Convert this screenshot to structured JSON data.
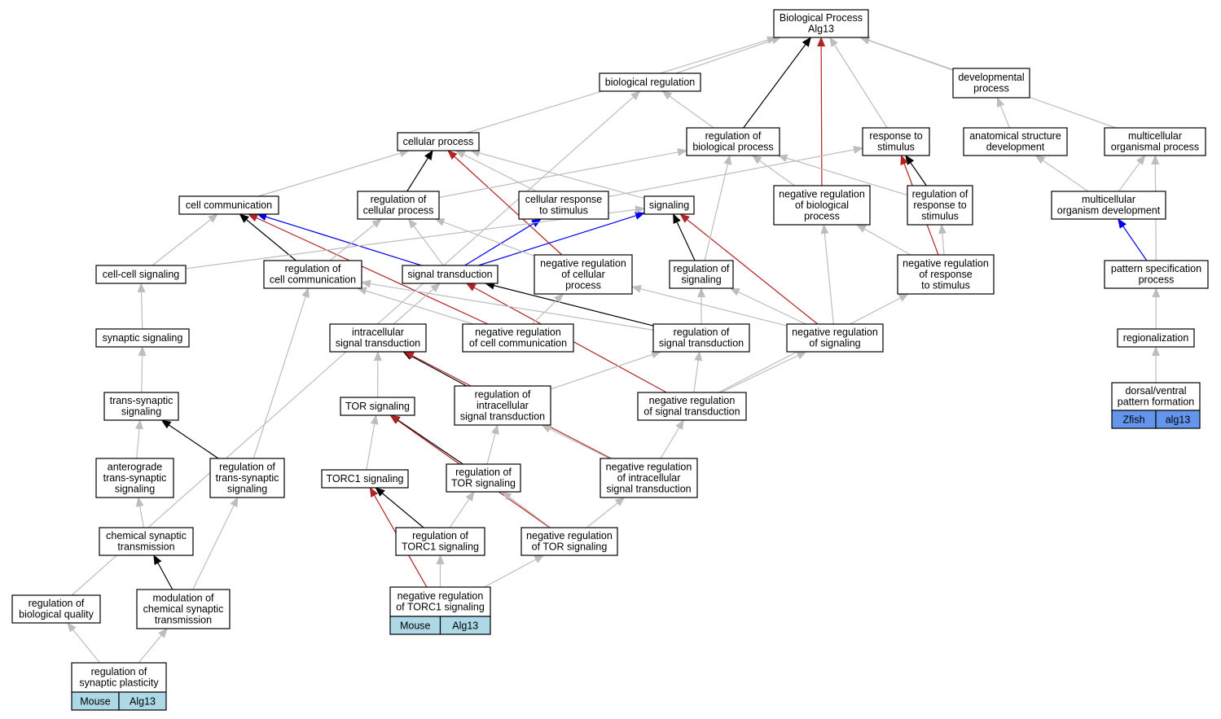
{
  "colors": {
    "is_a": "#bdbdbd",
    "part_of": "#000000",
    "regulates": "#0000ee",
    "negatively_regulates": "#b22222",
    "mouse_cell": "#add8e6",
    "zfish_cell": "#6495ed"
  },
  "nodes": [
    {
      "id": "bp",
      "lines": [
        "Biological Process",
        "Alg13"
      ]
    },
    {
      "id": "bioreg",
      "lines": [
        "biological regulation"
      ]
    },
    {
      "id": "devproc",
      "lines": [
        "developmental",
        "process"
      ]
    },
    {
      "id": "cellproc",
      "lines": [
        "cellular process"
      ]
    },
    {
      "id": "regbio",
      "lines": [
        "regulation of",
        "biological process"
      ]
    },
    {
      "id": "respstim",
      "lines": [
        "response to",
        "stimulus"
      ]
    },
    {
      "id": "anatdev",
      "lines": [
        "anatomical structure",
        "development"
      ]
    },
    {
      "id": "multiorg",
      "lines": [
        "multicellular",
        "organismal process"
      ]
    },
    {
      "id": "cellcomm",
      "lines": [
        "cell communication"
      ]
    },
    {
      "id": "regcell",
      "lines": [
        "regulation of",
        "cellular process"
      ]
    },
    {
      "id": "cellresp",
      "lines": [
        "cellular response",
        "to stimulus"
      ]
    },
    {
      "id": "signaling",
      "lines": [
        "signaling"
      ]
    },
    {
      "id": "negregbio",
      "lines": [
        "negative regulation",
        "of biological",
        "process"
      ]
    },
    {
      "id": "regresp",
      "lines": [
        "regulation of",
        "response to",
        "stimulus"
      ]
    },
    {
      "id": "multidev",
      "lines": [
        "multicellular",
        "organism development"
      ]
    },
    {
      "id": "cellcellsig",
      "lines": [
        "cell-cell signaling"
      ]
    },
    {
      "id": "regcellcomm",
      "lines": [
        "regulation of",
        "cell communication"
      ]
    },
    {
      "id": "sigtrans",
      "lines": [
        "signal transduction"
      ]
    },
    {
      "id": "negregcell",
      "lines": [
        "negative regulation",
        "of cellular",
        "process"
      ]
    },
    {
      "id": "regsig",
      "lines": [
        "regulation of",
        "signaling"
      ]
    },
    {
      "id": "negregresp",
      "lines": [
        "negative regulation",
        "of response",
        "to stimulus"
      ]
    },
    {
      "id": "patspec",
      "lines": [
        "pattern specification",
        "process"
      ]
    },
    {
      "id": "synsig",
      "lines": [
        "synaptic signaling"
      ]
    },
    {
      "id": "intrasig",
      "lines": [
        "intracellular",
        "signal transduction"
      ]
    },
    {
      "id": "negregcellcomm",
      "lines": [
        "negative regulation",
        "of cell communication"
      ]
    },
    {
      "id": "regsigtrans",
      "lines": [
        "regulation of",
        "signal transduction"
      ]
    },
    {
      "id": "negregsig",
      "lines": [
        "negative regulation",
        "of signaling"
      ]
    },
    {
      "id": "regionalization",
      "lines": [
        "regionalization"
      ]
    },
    {
      "id": "transsyn",
      "lines": [
        "trans-synaptic",
        "signaling"
      ]
    },
    {
      "id": "torsig",
      "lines": [
        "TOR signaling"
      ]
    },
    {
      "id": "regintra",
      "lines": [
        "regulation of",
        "intracellular",
        "signal transduction"
      ]
    },
    {
      "id": "negregsigtrans",
      "lines": [
        "negative regulation",
        "of signal transduction"
      ]
    },
    {
      "id": "dorsoventral",
      "lines": [
        "dorsal/ventral",
        "pattern formation"
      ],
      "annotation": {
        "species": "Zfish",
        "gene": "alg13",
        "style": "zfish"
      }
    },
    {
      "id": "antero",
      "lines": [
        "anterograde",
        "trans-synaptic",
        "signaling"
      ]
    },
    {
      "id": "regtranssyn",
      "lines": [
        "regulation of",
        "trans-synaptic",
        "signaling"
      ]
    },
    {
      "id": "torc1",
      "lines": [
        "TORC1 signaling"
      ]
    },
    {
      "id": "regtor",
      "lines": [
        "regulation of",
        "TOR signaling"
      ]
    },
    {
      "id": "negregintra",
      "lines": [
        "negative regulation",
        "of intracellular",
        "signal transduction"
      ]
    },
    {
      "id": "chemsyn",
      "lines": [
        "chemical synaptic",
        "transmission"
      ]
    },
    {
      "id": "regtorc1",
      "lines": [
        "regulation of",
        "TORC1 signaling"
      ]
    },
    {
      "id": "negregtor",
      "lines": [
        "negative regulation",
        "of TOR signaling"
      ]
    },
    {
      "id": "modchem",
      "lines": [
        "modulation of",
        "chemical synaptic",
        "transmission"
      ]
    },
    {
      "id": "regbioqual",
      "lines": [
        "regulation of",
        "biological quality"
      ]
    },
    {
      "id": "negregtorc1",
      "lines": [
        "negative regulation",
        "of TORC1 signaling"
      ],
      "annotation": {
        "species": "Mouse",
        "gene": "Alg13",
        "style": "mouse"
      }
    },
    {
      "id": "regsynplas",
      "lines": [
        "regulation of",
        "synaptic plasticity"
      ],
      "annotation": {
        "species": "Mouse",
        "gene": "Alg13",
        "style": "mouse"
      }
    }
  ],
  "edges": [
    {
      "source": "bioreg",
      "target": "bp",
      "relation": "is_a"
    },
    {
      "source": "cellproc",
      "target": "bp",
      "relation": "is_a"
    },
    {
      "source": "regbio",
      "target": "bp",
      "relation": "part_of"
    },
    {
      "source": "negregbio",
      "target": "bp",
      "relation": "negatively_regulates"
    },
    {
      "source": "respstim",
      "target": "bp",
      "relation": "is_a"
    },
    {
      "source": "devproc",
      "target": "bp",
      "relation": "is_a"
    },
    {
      "source": "multiorg",
      "target": "bp",
      "relation": "is_a"
    },
    {
      "source": "regbio",
      "target": "bioreg",
      "relation": "is_a"
    },
    {
      "source": "regbioqual",
      "target": "bioreg",
      "relation": "is_a"
    },
    {
      "source": "anatdev",
      "target": "devproc",
      "relation": "is_a"
    },
    {
      "source": "regcell",
      "target": "cellproc",
      "relation": "part_of"
    },
    {
      "source": "negregcell",
      "target": "cellproc",
      "relation": "negatively_regulates"
    },
    {
      "source": "cellcomm",
      "target": "cellproc",
      "relation": "is_a"
    },
    {
      "source": "cellresp",
      "target": "cellproc",
      "relation": "is_a"
    },
    {
      "source": "regcell",
      "target": "regbio",
      "relation": "is_a"
    },
    {
      "source": "cellresp",
      "target": "respstim",
      "relation": "is_a"
    },
    {
      "source": "regresp",
      "target": "respstim",
      "relation": "part_of"
    },
    {
      "source": "negregresp",
      "target": "respstim",
      "relation": "negatively_regulates"
    },
    {
      "source": "multidev",
      "target": "anatdev",
      "relation": "is_a"
    },
    {
      "source": "multidev",
      "target": "multiorg",
      "relation": "is_a"
    },
    {
      "source": "patspec",
      "target": "multidev",
      "relation": "regulates"
    },
    {
      "source": "regcellcomm",
      "target": "cellcomm",
      "relation": "part_of"
    },
    {
      "source": "sigtrans",
      "target": "cellcomm",
      "relation": "regulates"
    },
    {
      "source": "negregcellcomm",
      "target": "cellcomm",
      "relation": "negatively_regulates"
    },
    {
      "source": "cellcellsig",
      "target": "cellcomm",
      "relation": "is_a"
    },
    {
      "source": "sigtrans",
      "target": "cellresp",
      "relation": "regulates"
    },
    {
      "source": "sigtrans",
      "target": "signaling",
      "relation": "regulates"
    },
    {
      "source": "regsig",
      "target": "signaling",
      "relation": "part_of"
    },
    {
      "source": "negregsig",
      "target": "signaling",
      "relation": "negatively_regulates"
    },
    {
      "source": "regresp",
      "target": "regbio",
      "relation": "is_a"
    },
    {
      "source": "negregbio",
      "target": "regbio",
      "relation": "is_a"
    },
    {
      "source": "negregresp",
      "target": "regresp",
      "relation": "is_a"
    },
    {
      "source": "negregresp",
      "target": "negregbio",
      "relation": "is_a"
    },
    {
      "source": "negregsig",
      "target": "negregbio",
      "relation": "is_a"
    },
    {
      "source": "synsig",
      "target": "cellcellsig",
      "relation": "is_a"
    },
    {
      "source": "intrasig",
      "target": "sigtrans",
      "relation": "is_a"
    },
    {
      "source": "regsigtrans",
      "target": "sigtrans",
      "relation": "part_of"
    },
    {
      "source": "negregsigtrans",
      "target": "sigtrans",
      "relation": "negatively_regulates"
    },
    {
      "source": "regsigtrans",
      "target": "regsig",
      "relation": "is_a"
    },
    {
      "source": "negregsig",
      "target": "regsig",
      "relation": "is_a"
    },
    {
      "source": "negregsigtrans",
      "target": "regsigtrans",
      "relation": "is_a"
    },
    {
      "source": "negregsigtrans",
      "target": "negregsig",
      "relation": "is_a"
    },
    {
      "source": "negregsigtrans",
      "target": "negregresp",
      "relation": "is_a"
    },
    {
      "source": "regionalization",
      "target": "patspec",
      "relation": "is_a"
    },
    {
      "source": "dorsoventral",
      "target": "regionalization",
      "relation": "is_a"
    },
    {
      "source": "transsyn",
      "target": "synsig",
      "relation": "is_a"
    },
    {
      "source": "antero",
      "target": "transsyn",
      "relation": "is_a"
    },
    {
      "source": "regtranssyn",
      "target": "transsyn",
      "relation": "part_of"
    },
    {
      "source": "chemsyn",
      "target": "antero",
      "relation": "is_a"
    },
    {
      "source": "modchem",
      "target": "chemsyn",
      "relation": "part_of"
    },
    {
      "source": "modchem",
      "target": "regtranssyn",
      "relation": "is_a"
    },
    {
      "source": "regtranssyn",
      "target": "regcellcomm",
      "relation": "is_a"
    },
    {
      "source": "torsig",
      "target": "intrasig",
      "relation": "is_a"
    },
    {
      "source": "regintra",
      "target": "intrasig",
      "relation": "part_of"
    },
    {
      "source": "negregintra",
      "target": "intrasig",
      "relation": "negatively_regulates"
    },
    {
      "source": "torc1",
      "target": "torsig",
      "relation": "is_a"
    },
    {
      "source": "regtor",
      "target": "torsig",
      "relation": "part_of"
    },
    {
      "source": "negregtor",
      "target": "torsig",
      "relation": "negatively_regulates"
    },
    {
      "source": "regtorc1",
      "target": "torc1",
      "relation": "part_of"
    },
    {
      "source": "negregtorc1",
      "target": "torc1",
      "relation": "negatively_regulates"
    },
    {
      "source": "regtor",
      "target": "regintra",
      "relation": "is_a"
    },
    {
      "source": "negregintra",
      "target": "regintra",
      "relation": "is_a"
    },
    {
      "source": "negregintra",
      "target": "negregsigtrans",
      "relation": "is_a"
    },
    {
      "source": "regtorc1",
      "target": "regtor",
      "relation": "is_a"
    },
    {
      "source": "negregtor",
      "target": "regtor",
      "relation": "is_a"
    },
    {
      "source": "negregtor",
      "target": "negregintra",
      "relation": "is_a"
    },
    {
      "source": "negregtorc1",
      "target": "regtorc1",
      "relation": "is_a"
    },
    {
      "source": "negregtorc1",
      "target": "negregtor",
      "relation": "is_a"
    },
    {
      "source": "regsynplas",
      "target": "regbioqual",
      "relation": "is_a"
    },
    {
      "source": "regsynplas",
      "target": "modchem",
      "relation": "is_a"
    },
    {
      "source": "negregcell",
      "target": "regcell",
      "relation": "is_a"
    },
    {
      "source": "negregcellcomm",
      "target": "regcellcomm",
      "relation": "is_a"
    },
    {
      "source": "negregcellcomm",
      "target": "negregcell",
      "relation": "is_a"
    },
    {
      "source": "regsigtrans",
      "target": "regcellcomm",
      "relation": "is_a"
    },
    {
      "source": "regsig",
      "target": "regbio",
      "relation": "is_a"
    },
    {
      "source": "regcellcomm",
      "target": "regcell",
      "relation": "is_a"
    },
    {
      "source": "regintra",
      "target": "regsigtrans",
      "relation": "is_a"
    },
    {
      "source": "negregsig",
      "target": "negregcell",
      "relation": "is_a"
    },
    {
      "source": "patspec",
      "target": "multiorg",
      "relation": "is_a"
    },
    {
      "source": "sigtrans",
      "target": "regcell",
      "relation": "is_a"
    },
    {
      "source": "signaling",
      "target": "cellproc",
      "relation": "is_a"
    },
    {
      "source": "cellcellsig",
      "target": "signaling",
      "relation": "is_a"
    }
  ]
}
